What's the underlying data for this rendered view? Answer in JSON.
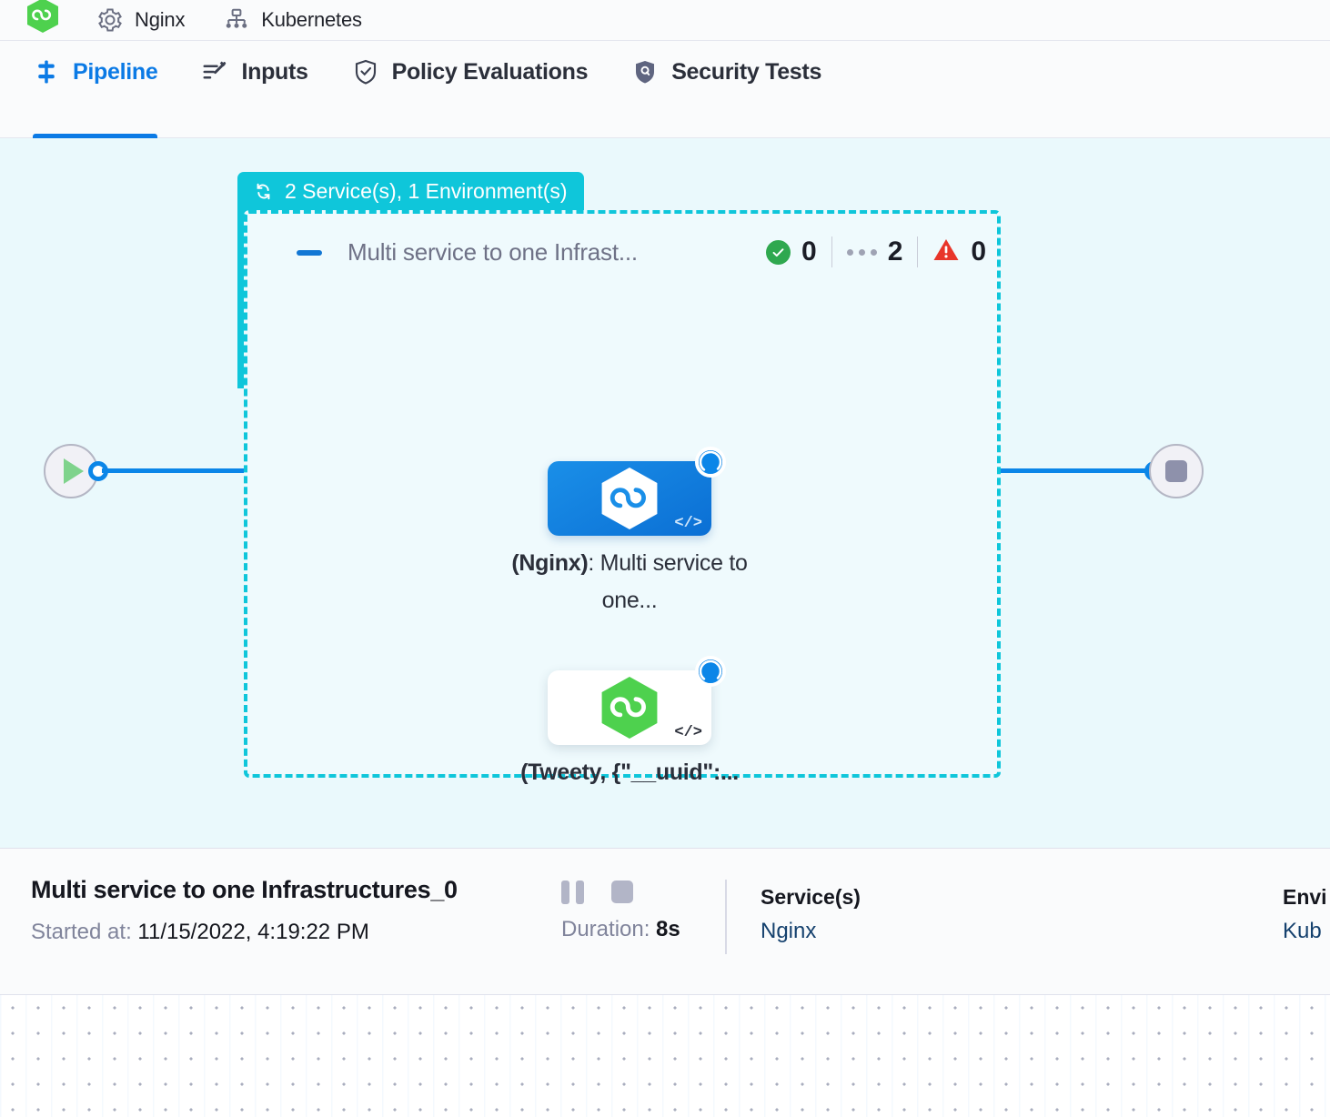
{
  "breadcrumb": {
    "logo_icon": "green-hexagon-logo-icon",
    "items": [
      {
        "icon": "gear-icon",
        "label": "Nginx"
      },
      {
        "icon": "infrastructure-node-icon",
        "label": "Kubernetes"
      }
    ]
  },
  "tabs": [
    {
      "id": "pipeline",
      "label": "Pipeline",
      "icon": "pipeline-icon",
      "active": true
    },
    {
      "id": "inputs",
      "label": "Inputs",
      "icon": "inputs-magic-wand-icon",
      "active": false
    },
    {
      "id": "policy-evaluations",
      "label": "Policy Evaluations",
      "icon": "shield-check-icon",
      "active": false
    },
    {
      "id": "security-tests",
      "label": "Security Tests",
      "icon": "shield-security-icon",
      "active": false
    }
  ],
  "pipeline": {
    "start_node_icon": "play-icon",
    "end_node_icon": "stop-icon",
    "group": {
      "badge_icon": "loop-repeat-icon",
      "badge_label": "2 Service(s), 1 Environment(s)",
      "collapse_icon": "minus-collapse-icon",
      "title": "Multi service to one Infrast...",
      "counters": [
        {
          "icon": "green-check-icon",
          "value": "0"
        },
        {
          "icon": "running-dots-icon",
          "value": "2"
        },
        {
          "icon": "red-warning-triangle-icon",
          "value": "0"
        }
      ],
      "nodes": [
        {
          "id": "nginx-node",
          "style": "blue",
          "hex_icon": "white-hexagon-infinity-icon",
          "code_badge": "</>",
          "status_icon": "running-spinner-icon",
          "label_bold": "(Nginx)",
          "label_rest": ": Multi service to one..."
        },
        {
          "id": "tweety-node",
          "style": "white",
          "hex_icon": "green-hexagon-infinity-icon",
          "code_badge": "</>",
          "status_icon": "running-spinner-icon",
          "label_bold": "(Tweety, {\"__uuid\":...",
          "label_rest": ""
        }
      ]
    }
  },
  "info_panel": {
    "run_title": "Multi service to one Infrastructures_0",
    "started_label": "Started at:",
    "started_value": " 11/15/2022, 4:19:22 PM",
    "pause_icon": "pause-icon",
    "stop_icon": "stop-icon",
    "duration_label": "Duration:",
    "duration_value": " 8s",
    "services": {
      "heading": "Service(s)",
      "value": "Nginx"
    },
    "environments": {
      "heading": "Envi",
      "value": "Kub"
    }
  },
  "colors": {
    "accent_blue": "#0b7ae5",
    "group_teal": "#0fc6da",
    "canvas_bg": "#eaf9fc",
    "success_green": "#2fa84f",
    "error_red": "#e8352a"
  }
}
